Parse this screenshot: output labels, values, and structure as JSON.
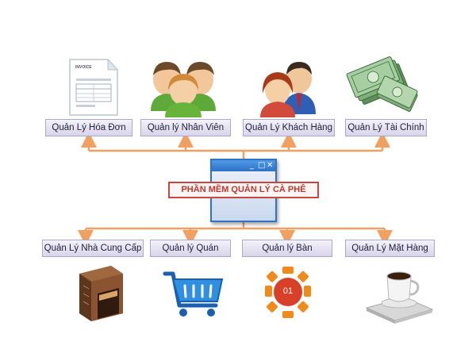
{
  "diagram": {
    "center_title": "PHẦN MỀM QUẢN LÝ CÀ PHÊ",
    "top_modules": [
      {
        "label": "Quản Lý Hóa Đơn",
        "icon": "invoice-icon"
      },
      {
        "label": "Quản lý Nhân Viên",
        "icon": "staff-group-icon"
      },
      {
        "label": "Quản Lý Khách Hàng",
        "icon": "customers-icon"
      },
      {
        "label": "Quản Lý Tài Chính",
        "icon": "money-icon"
      }
    ],
    "bottom_modules": [
      {
        "label": "Quản Lý Nhà Cung Cấp",
        "icon": "supplier-building-icon"
      },
      {
        "label": "Quản lý Quán",
        "icon": "shopping-cart-icon"
      },
      {
        "label": "Quản lý Bàn",
        "icon": "table-chairs-icon"
      },
      {
        "label": "Quản Lý Mặt Hàng",
        "icon": "coffee-cup-icon"
      }
    ],
    "table_number": "01",
    "invoice_heading": "INVOICE",
    "colors": {
      "connector": "#f0a060",
      "label_border": "#a9a9c9",
      "banner_border": "#c7463f",
      "banner_text": "#c0362c",
      "window_blue": "#2f72c8"
    }
  }
}
